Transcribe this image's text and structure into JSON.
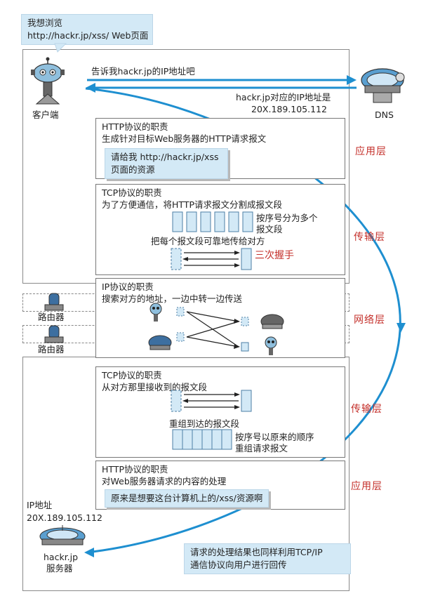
{
  "bubble": {
    "line1": "我想浏览",
    "line2": "http://hackr.jp/xss/ Web页面"
  },
  "client": {
    "label": "客户端",
    "ask_dns": "告诉我hackr.jp的IP地址吧"
  },
  "dns": {
    "label": "DNS",
    "answer_line1": "hackr.jp对应的IP地址是",
    "answer_line2": "20X.189.105.112"
  },
  "client_http": {
    "title": "HTTP协议的职责",
    "desc": "生成针对目标Web服务器的HTTP请求报文",
    "note_line1": "请给我 http://hackr.jp/xss",
    "note_line2": "页面的资源"
  },
  "client_tcp": {
    "title": "TCP协议的职责",
    "desc": "为了方便通信，将HTTP请求报文分割成报文段",
    "seg_line1": "按序号分为多个",
    "seg_line2": "报文段",
    "reliable": "把每个报文段可靠地传给对方",
    "handshake": "三次握手"
  },
  "ip_layer": {
    "title": "IP协议的职责",
    "desc": "搜索对方的地址，一边中转一边传送"
  },
  "routers": {
    "label1": "路由器",
    "label2": "路由器"
  },
  "server_tcp": {
    "title": "TCP协议的职责",
    "desc": "从对方那里接收到的报文段",
    "reassemble": "重组到达的报文段",
    "order_line1": "按序号以原来的顺序",
    "order_line2": "重组请求报文"
  },
  "server_http": {
    "title": "HTTP协议的职责",
    "desc": "对Web服务器请求的内容的处理",
    "note": "原来是想要这台计算机上的/xss/资源啊"
  },
  "server": {
    "ip_label": "IP地址",
    "ip": "20X.189.105.112",
    "name_line1": "hackr.jp",
    "name_line2": "服务器"
  },
  "result_note": {
    "line1": "请求的处理结果也同样利用TCP/IP",
    "line2": "通信协议向用户进行回传"
  },
  "layers": {
    "app1": "应用层",
    "trans1": "传输层",
    "net": "网络层",
    "trans2": "传输层",
    "app2": "应用层"
  },
  "colors": {
    "arrow_blue": "#1e8fd0",
    "note_blue": "#d3e9f6",
    "layer_red": "#c4302b"
  }
}
